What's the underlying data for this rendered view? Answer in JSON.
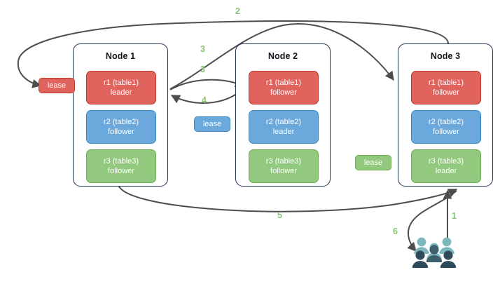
{
  "diagram": {
    "title_text": "",
    "colors": {
      "replica_red": "#e0645d",
      "replica_red_border": "#c0392b",
      "replica_blue": "#6ba9dd",
      "replica_blue_border": "#3b8ac4",
      "replica_green": "#92c97e",
      "replica_green_border": "#6aad53",
      "node_border": "#20344f",
      "edge": "#4d4d4d",
      "step_label": "#87c471",
      "users_light": "#7cb8bb",
      "users_dark": "#2f4a58"
    },
    "nodes": [
      {
        "id": "node-1",
        "title": "Node 1",
        "replicas": [
          {
            "name": "r1 (table1)",
            "role": "leader",
            "color": "red"
          },
          {
            "name": "r2 (table2)",
            "role": "follower",
            "color": "blue"
          },
          {
            "name": "r3 (table3)",
            "role": "follower",
            "color": "green"
          }
        ]
      },
      {
        "id": "node-2",
        "title": "Node 2",
        "replicas": [
          {
            "name": "r1 (table1)",
            "role": "follower",
            "color": "red"
          },
          {
            "name": "r2 (table2)",
            "role": "leader",
            "color": "blue"
          },
          {
            "name": "r3 (table3)",
            "role": "follower",
            "color": "green"
          }
        ]
      },
      {
        "id": "node-3",
        "title": "Node 3",
        "replicas": [
          {
            "name": "r1 (table1)",
            "role": "follower",
            "color": "red"
          },
          {
            "name": "r2 (table2)",
            "role": "follower",
            "color": "blue"
          },
          {
            "name": "r3 (table3)",
            "role": "leader",
            "color": "green"
          }
        ]
      }
    ],
    "leases": [
      {
        "id": "lease-r1",
        "label": "lease",
        "color": "red"
      },
      {
        "id": "lease-r2",
        "label": "lease",
        "color": "blue"
      },
      {
        "id": "lease-r3",
        "label": "lease",
        "color": "green"
      }
    ],
    "steps": [
      {
        "id": "step-1",
        "label": "1"
      },
      {
        "id": "step-2",
        "label": "2"
      },
      {
        "id": "step-3a",
        "label": "3"
      },
      {
        "id": "step-3b",
        "label": "3"
      },
      {
        "id": "step-4",
        "label": "4"
      },
      {
        "id": "step-5",
        "label": "5"
      },
      {
        "id": "step-6",
        "label": "6"
      }
    ],
    "actors": {
      "users_icon": "users-icon"
    }
  }
}
